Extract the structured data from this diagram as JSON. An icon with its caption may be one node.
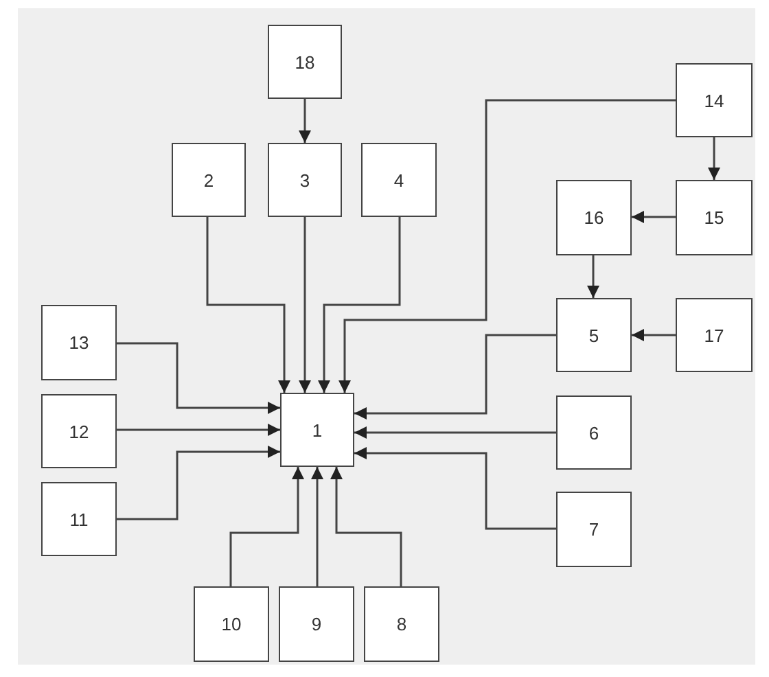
{
  "diagram": {
    "nodes": [
      {
        "text": [
          "1"
        ]
      },
      {
        "text": [
          "2"
        ]
      },
      {
        "text": [
          "3"
        ]
      },
      {
        "text": [
          "4"
        ]
      },
      {
        "text": [
          "5"
        ]
      },
      {
        "text": [
          "6"
        ]
      },
      {
        "text": [
          "7"
        ]
      },
      {
        "text": [
          "8"
        ]
      },
      {
        "text": [
          "9"
        ]
      },
      {
        "text": [
          "10"
        ]
      },
      {
        "text": [
          "11"
        ]
      },
      {
        "text": [
          "12"
        ]
      },
      {
        "text": [
          "13"
        ]
      },
      {
        "text": [
          "14"
        ]
      },
      {
        "text": [
          "15"
        ]
      },
      {
        "text": [
          "16"
        ]
      },
      {
        "text": [
          "17"
        ]
      },
      {
        "text": [
          "18"
        ]
      }
    ],
    "edges": [
      {
        "from": 1,
        "to": 0,
        "arrow": "to"
      },
      {
        "from": 2,
        "to": 0,
        "arrow": "to"
      },
      {
        "from": 3,
        "to": 0,
        "arrow": "to"
      },
      {
        "from": 13,
        "to": 0,
        "arrow": "to"
      },
      {
        "from": 4,
        "to": 0,
        "arrow": "to"
      },
      {
        "from": 5,
        "to": 0,
        "arrow": "to"
      },
      {
        "from": 6,
        "to": 0,
        "arrow": "to"
      },
      {
        "from": 7,
        "to": 0,
        "arrow": "to"
      },
      {
        "from": 8,
        "to": 0,
        "arrow": "to"
      },
      {
        "from": 9,
        "to": 0,
        "arrow": "to"
      },
      {
        "from": 10,
        "to": 0,
        "arrow": "to"
      },
      {
        "from": 11,
        "to": 0,
        "arrow": "to"
      },
      {
        "from": 12,
        "to": 0,
        "arrow": "to"
      },
      {
        "from": 17,
        "to": 2,
        "arrow": "to"
      },
      {
        "from": 13,
        "to": 14,
        "arrow": "to"
      },
      {
        "from": 14,
        "to": 15,
        "arrow": "to"
      },
      {
        "from": 15,
        "to": 4,
        "arrow": "to"
      },
      {
        "from": 16,
        "to": 4,
        "arrow": "to"
      }
    ]
  }
}
